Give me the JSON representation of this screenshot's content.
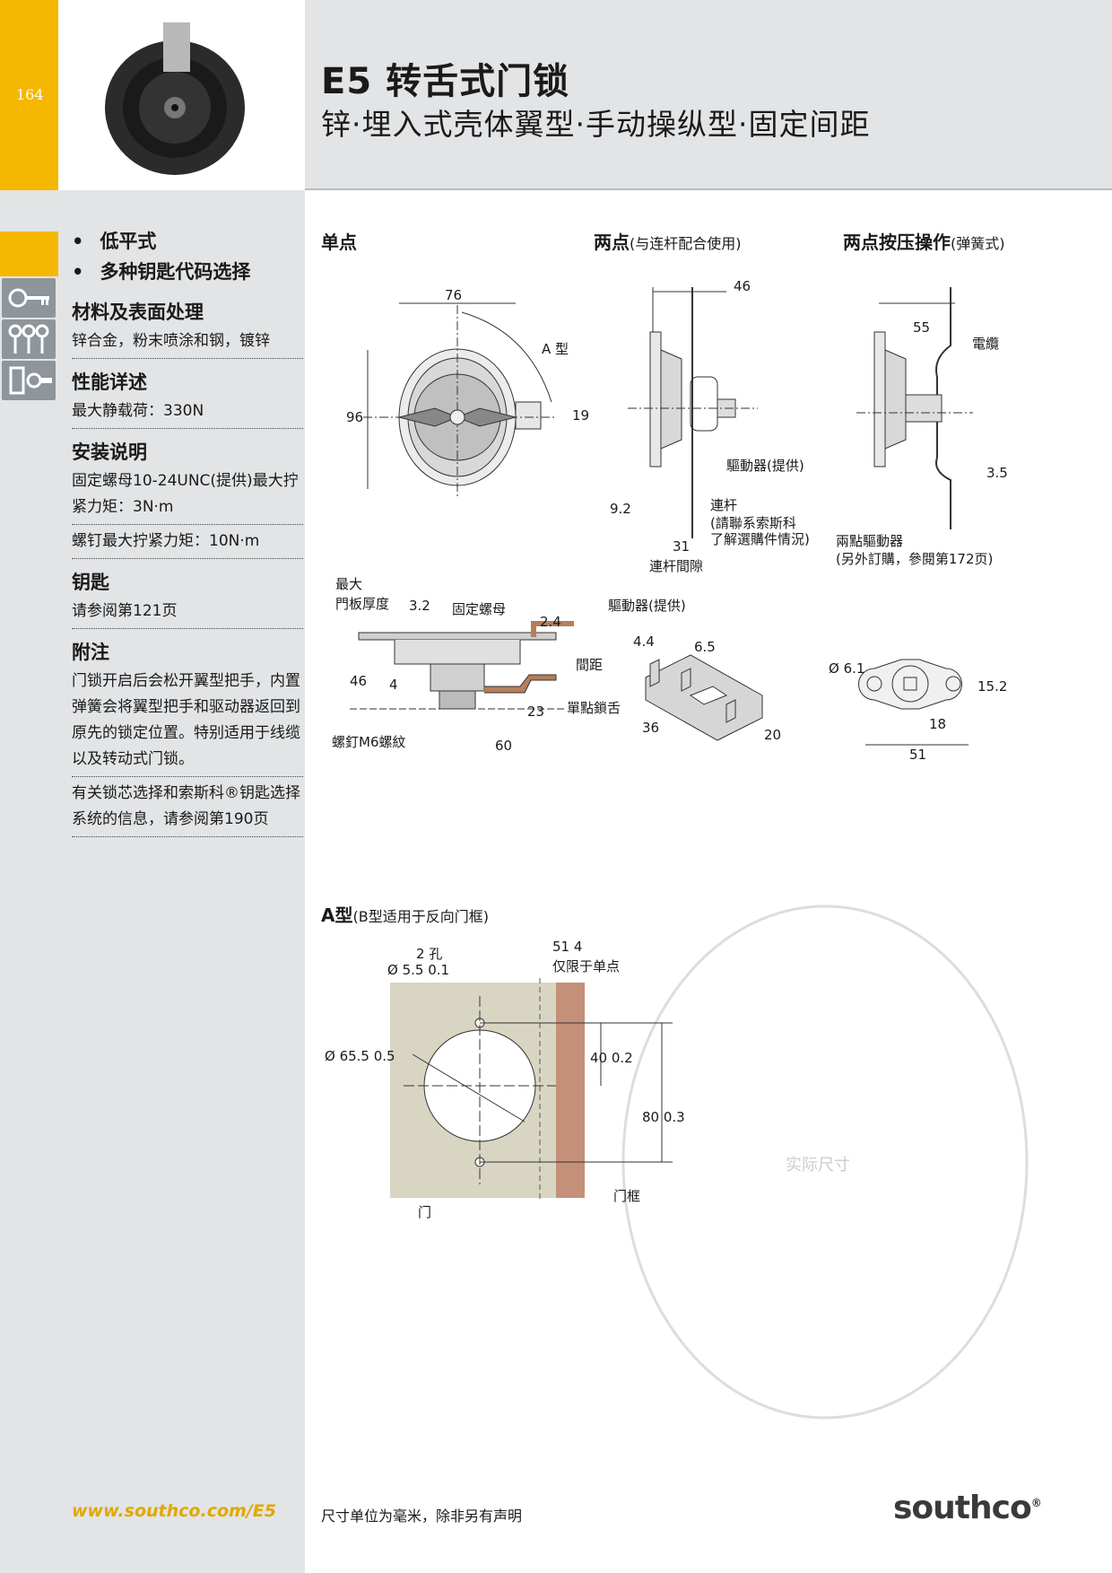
{
  "page": {
    "number": "164"
  },
  "header": {
    "title": "E5 转舌式门锁",
    "subtitle": "锌·埋入式壳体翼型·手动操纵型·固定间距"
  },
  "sidebar": {
    "bullets": [
      "低平式",
      "多种钥匙代码选择"
    ],
    "sections": [
      {
        "heading": "材料及表面处理",
        "lines": [
          "锌合金，粉末喷涂和钢，镀锌"
        ]
      },
      {
        "heading": "性能详述",
        "lines": [
          "最大静载荷：330N"
        ]
      },
      {
        "heading": "安装说明",
        "lines": [
          "固定螺母10-24UNC(提供)最大拧紧力矩：3N·m",
          "螺钉最大拧紧力矩：10N·m"
        ]
      },
      {
        "heading": "钥匙",
        "lines": [
          "请参阅第121页"
        ]
      },
      {
        "heading": "附注",
        "lines": [
          "门锁开启后会松开翼型把手，内置弹簧会将翼型把手和驱动器返回到原先的锁定位置。特别适用于线缆以及转动式门锁。",
          "有关锁芯选择和索斯科®钥匙选择系统的信息，请参阅第190页"
        ]
      }
    ],
    "icons": [
      "key-icon",
      "multiple-keys-icon",
      "lock-tongue-icon"
    ]
  },
  "diagrams": {
    "single": {
      "title": "单点",
      "dims": [
        "76",
        "96",
        "19"
      ],
      "type_label": "A 型"
    },
    "two_point": {
      "title": "两点",
      "note": "(与连杆配合使用)",
      "dims": [
        "46",
        "9.2",
        "31"
      ],
      "labels": [
        "驅動器(提供)",
        "連杆",
        "(請聯系索斯科",
        "了解選購件情況)",
        "連杆間隙"
      ]
    },
    "two_push": {
      "title": "两点按压操作",
      "note": "(弹簧式)",
      "dims": [
        "55",
        "3.5"
      ],
      "labels": [
        "電纜",
        "兩點驅動器",
        "(另外訂購，參閱第172页)"
      ]
    },
    "side": {
      "labels": [
        "最大",
        "門板厚度",
        "3.2",
        "固定螺母",
        "間距",
        "單點鎖舌",
        "螺釘M6螺紋"
      ],
      "dims": [
        "2.4",
        "46",
        "4",
        "23",
        "60"
      ]
    },
    "actuator": {
      "title": "驅動器(提供)",
      "dims": [
        "4.4",
        "6.5",
        "36",
        "20"
      ]
    },
    "two_driver": {
      "dims": [
        "Ø 6.1",
        "15.2",
        "18",
        "51"
      ]
    },
    "cutout": {
      "title": "A型",
      "note": "(B型适用于反向门框)",
      "labels": [
        "2 孔",
        "Ø 5.5   0.1",
        "51  4",
        "仅限于单点",
        "Ø 65.5   0.5",
        "40   0.2",
        "80   0.3",
        "门",
        "门框",
        "实际尺寸"
      ]
    }
  },
  "footer": {
    "url": "www.southco.com/E5",
    "note": "尺寸单位为毫米，除非另有声明",
    "logo": "southco",
    "logo_mark": "®"
  },
  "colors": {
    "accent": "#f5b800",
    "panel": "#e2e4e6",
    "door": "#d8d6c2",
    "frame": "#c4907a"
  }
}
